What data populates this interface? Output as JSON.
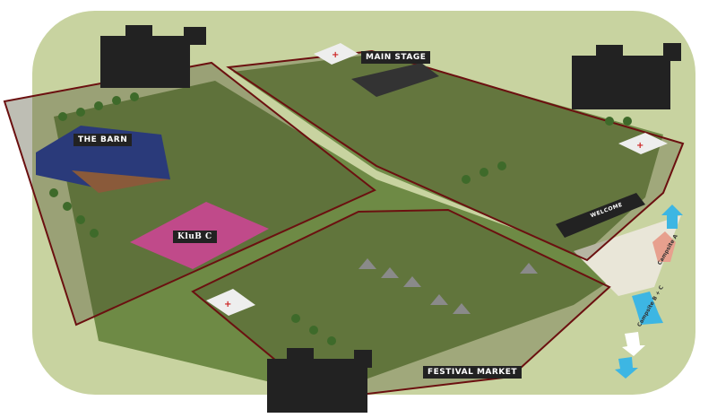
{
  "map": {
    "zones": [
      {
        "name": "THE BARN"
      },
      {
        "name": "KluB C"
      },
      {
        "name": "MAIN STAGE"
      },
      {
        "name": "FESTIVAL MARKET"
      }
    ],
    "entrance_label": "WELCOME",
    "signs": [
      "Campsite A",
      "Campsite B + C"
    ],
    "colors": {
      "grass": "#c8d3a0",
      "field": "#6e8a45",
      "zone_border": "#6b1010",
      "road": "#e9e6d8",
      "sign_blue": "#3db6e3",
      "sign_pink": "#e7a08e",
      "medical_red": "#cc2222"
    }
  }
}
